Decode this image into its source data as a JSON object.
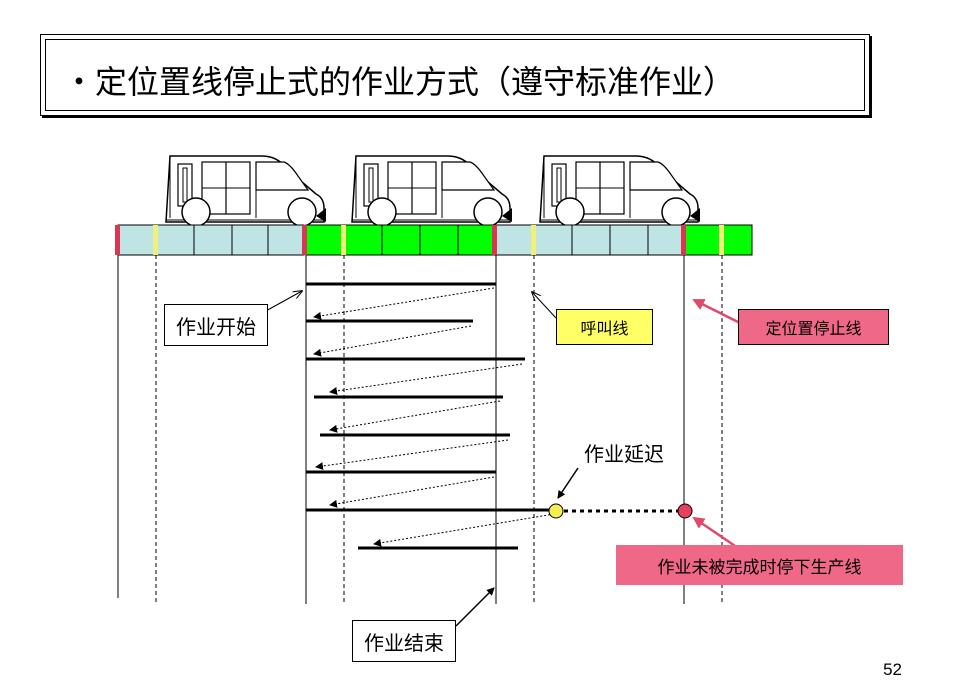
{
  "title": "・定位置线停止式的作业方式（遵守标准作业）",
  "labels": {
    "work_start": "作业开始",
    "call_line": "呼叫线",
    "fixed_stop_line": "定位置停止线",
    "work_delay": "作业延迟",
    "stop_line_incomplete": "作业未被完成时停下生产线",
    "work_end": "作业结束"
  },
  "page_number": "52",
  "colors": {
    "conveyor_blue": "#bfe4e4",
    "conveyor_green": "#00ff00",
    "stop_mark": "#d9364f",
    "call_mark": "#f2ee7a",
    "call_label_bg": "#ffff66",
    "stop_label_bg": "#f06888",
    "delay_point": "#f5ee50",
    "stop_point": "#e8405c"
  },
  "icons": [
    "van-icon",
    "van-icon",
    "van-icon"
  ]
}
